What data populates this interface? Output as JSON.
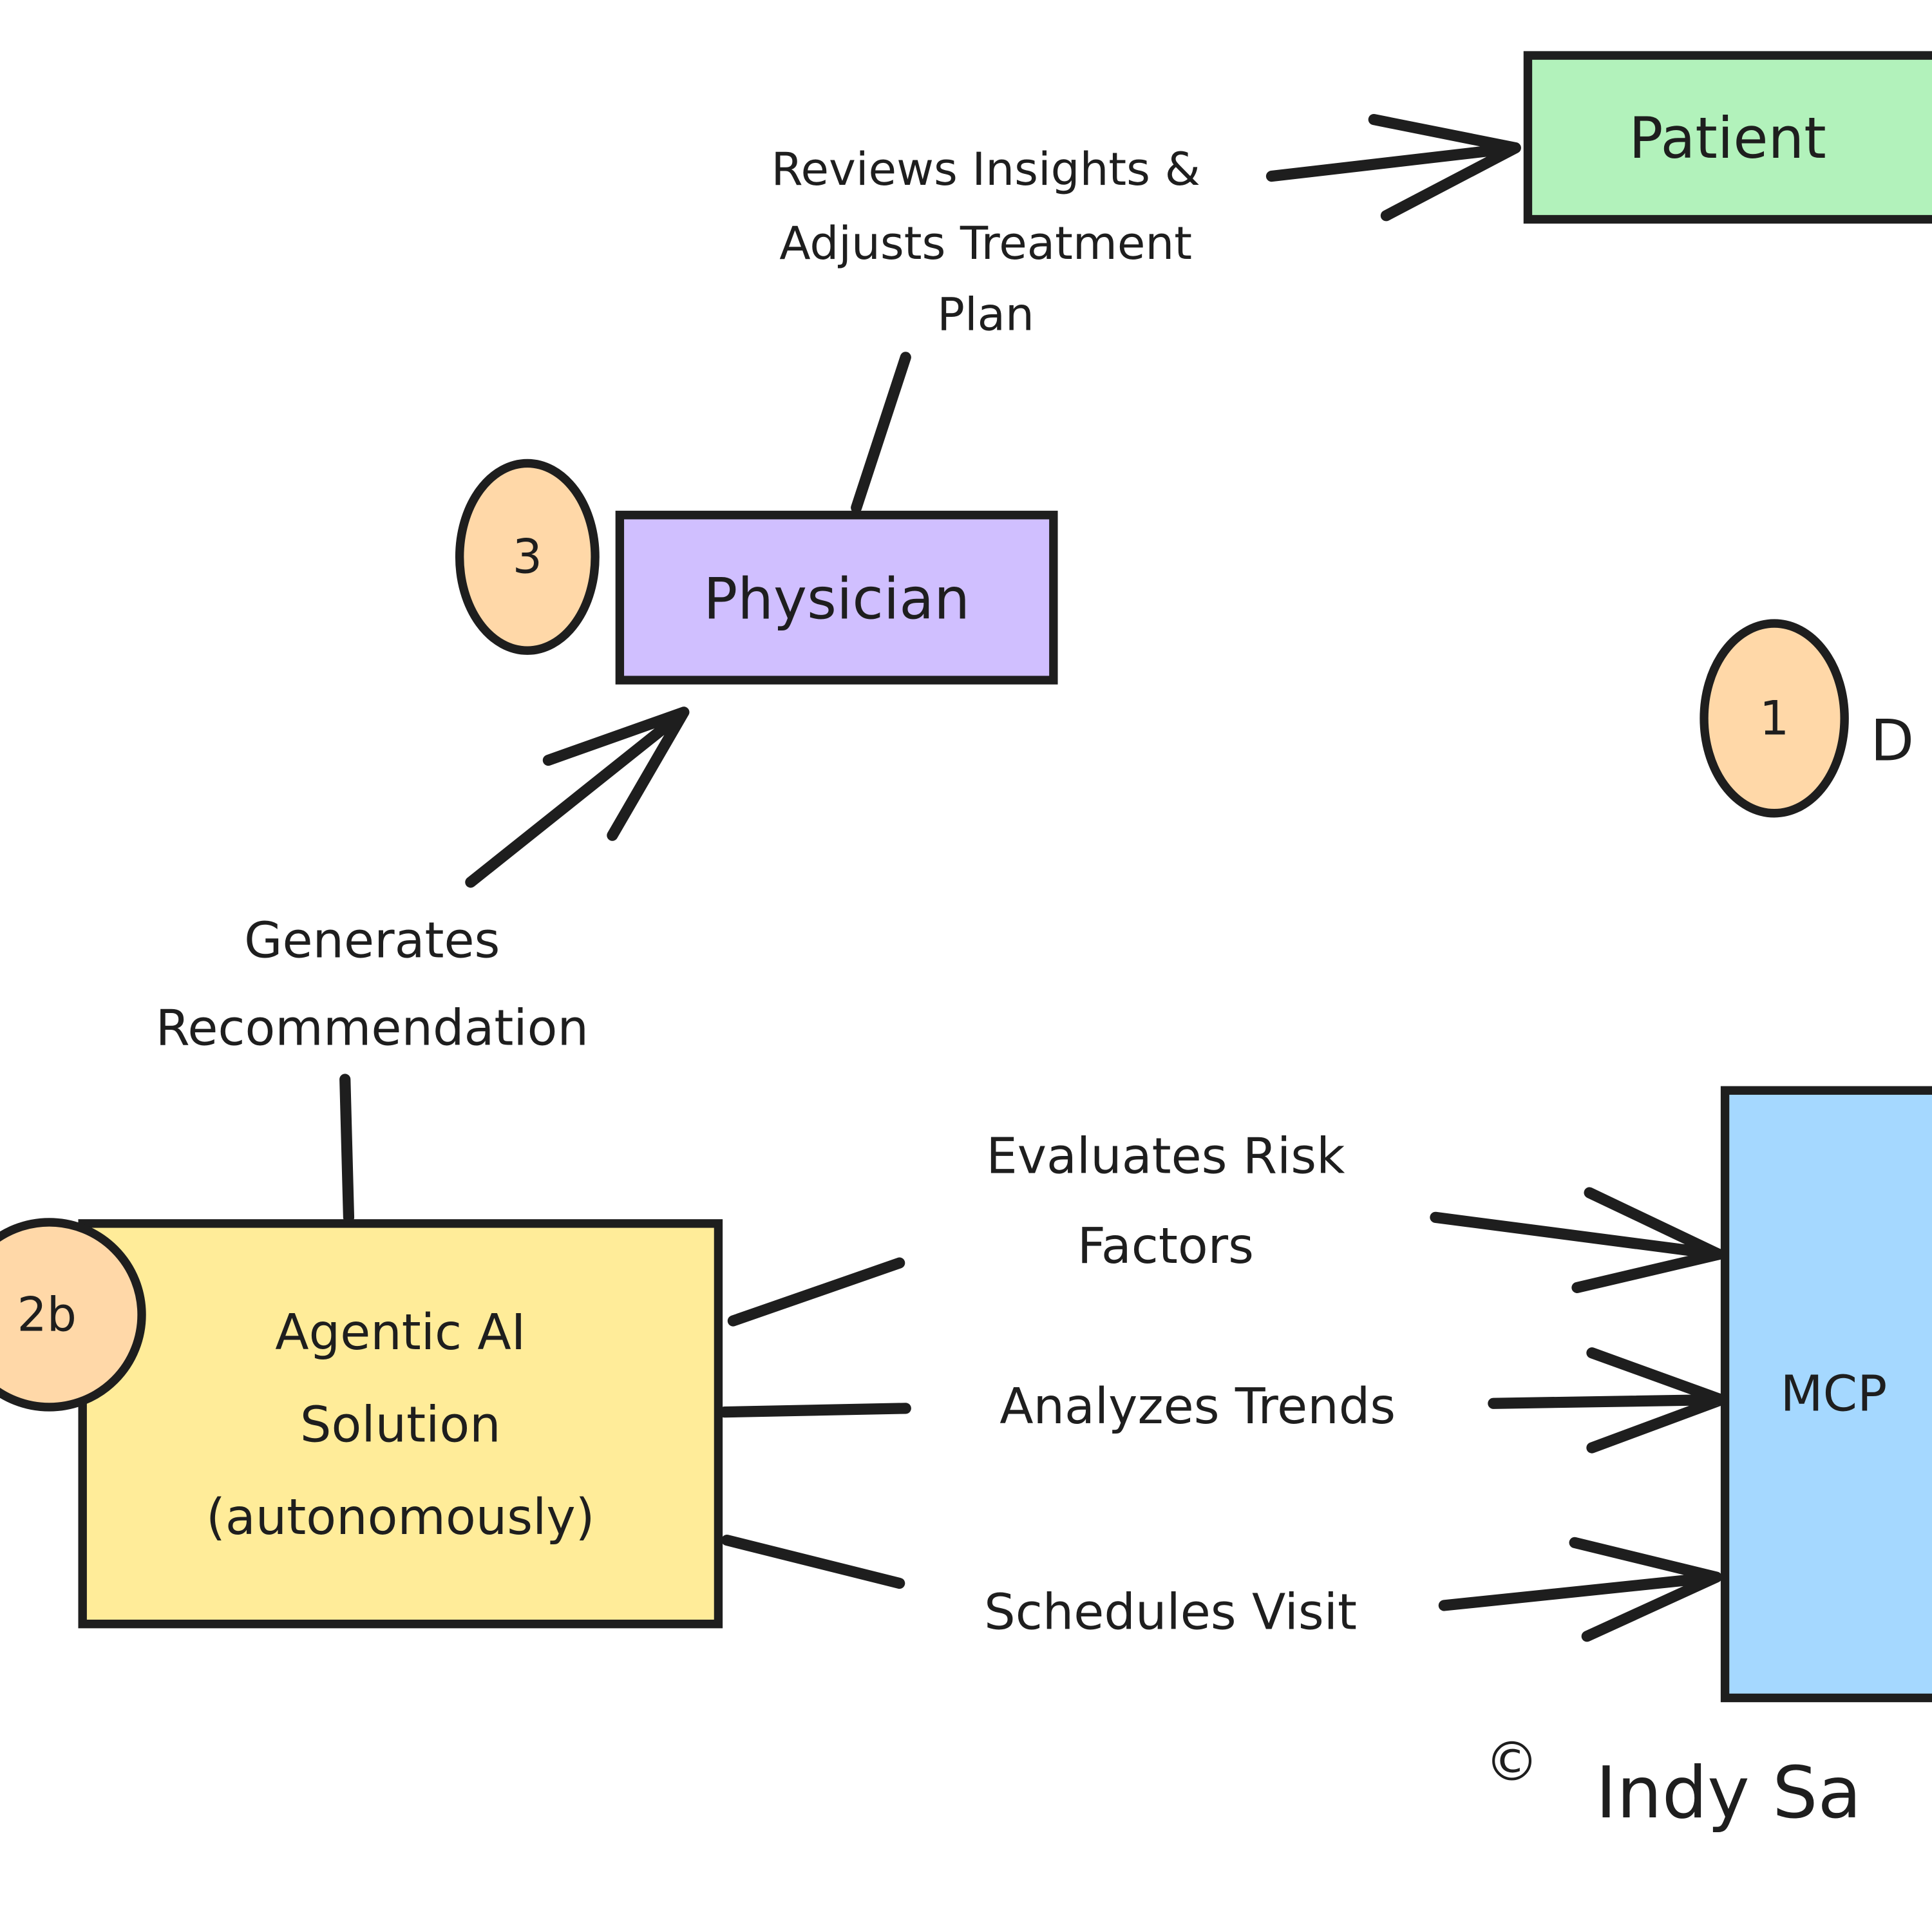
{
  "nodes": {
    "patient": {
      "label": "Patient",
      "color": "#b2f2bb"
    },
    "physician": {
      "label": "Physician",
      "color": "#d0bfff"
    },
    "agentic": {
      "label_lines": [
        "Agentic AI",
        "Solution",
        "(autonomously)"
      ],
      "color": "#ffec99"
    },
    "mcp": {
      "label": "MCP",
      "color": "#a5d8ff"
    }
  },
  "badges": {
    "step1": {
      "label": "1",
      "color": "#ffd8a8",
      "trailing_text": "D"
    },
    "step2b": {
      "label": "2b",
      "color": "#ffd8a8"
    },
    "step3": {
      "label": "3",
      "color": "#ffd8a8"
    }
  },
  "edges": {
    "reviews": {
      "lines": [
        "Reviews Insights &",
        "Adjusts Treatment",
        "Plan"
      ]
    },
    "generates": {
      "lines": [
        "Generates",
        "Recommendation"
      ]
    },
    "evaluates": {
      "lines": [
        "Evaluates Risk",
        "Factors"
      ]
    },
    "analyzes": {
      "label": "Analyzes Trends"
    },
    "schedules": {
      "label": "Schedules Visit"
    }
  },
  "footer": {
    "copyright_symbol": "©",
    "author": "Indy Sa"
  }
}
